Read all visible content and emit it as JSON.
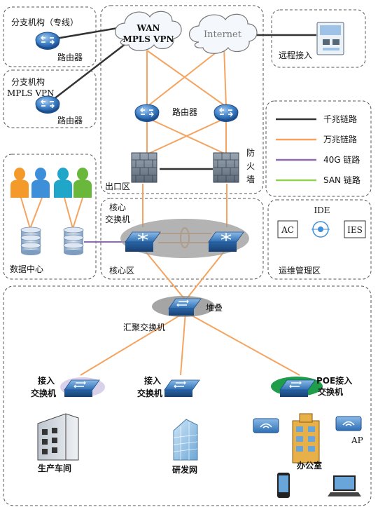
{
  "branch_dedicated": {
    "title": "分支机构（专线）",
    "router": "路由器"
  },
  "branch_mpls": {
    "title": "分支机构",
    "subtitle": "MPLS VPN",
    "router": "路由器"
  },
  "wan_cloud": {
    "line1": "WAN",
    "line2": "MPLS VPN"
  },
  "internet_cloud": {
    "label": "Internet"
  },
  "remote_access": {
    "label": "远程接入"
  },
  "egress": {
    "router_label": "路由器",
    "firewall_label": "防火墙",
    "zone_label": "出口区"
  },
  "legend": {
    "items": [
      {
        "label": "千兆链路",
        "color": "#333333"
      },
      {
        "label": "万兆链路",
        "color": "#f4a460"
      },
      {
        "label": "40G 链路",
        "color": "#8e6bb0"
      },
      {
        "label": "SAN 链路",
        "color": "#92d050"
      }
    ]
  },
  "data_center": {
    "label": "数据中心"
  },
  "core": {
    "switch_label_1": "核心",
    "switch_label_2": "交换机",
    "zone_label": "核心区"
  },
  "ops": {
    "ide": "IDE",
    "ac": "AC",
    "ies": "IES",
    "zone_label": "运维管理区"
  },
  "aggregation": {
    "stack_label": "堆叠",
    "switch_label": "汇聚交换机"
  },
  "access": {
    "left": {
      "line1": "接入",
      "line2": "交换机",
      "area": "生产车间"
    },
    "middle": {
      "line1": "接入",
      "line2": "交换机",
      "area": "研发网"
    },
    "right": {
      "line1": "POE接入",
      "line2": "交换机",
      "area": "办公室",
      "ap_label": "AP"
    }
  },
  "colors": {
    "gigabit": "#333333",
    "tengig": "#f4a460",
    "forty": "#8e6bb0",
    "san": "#92d050",
    "zone_border": "#555555"
  }
}
